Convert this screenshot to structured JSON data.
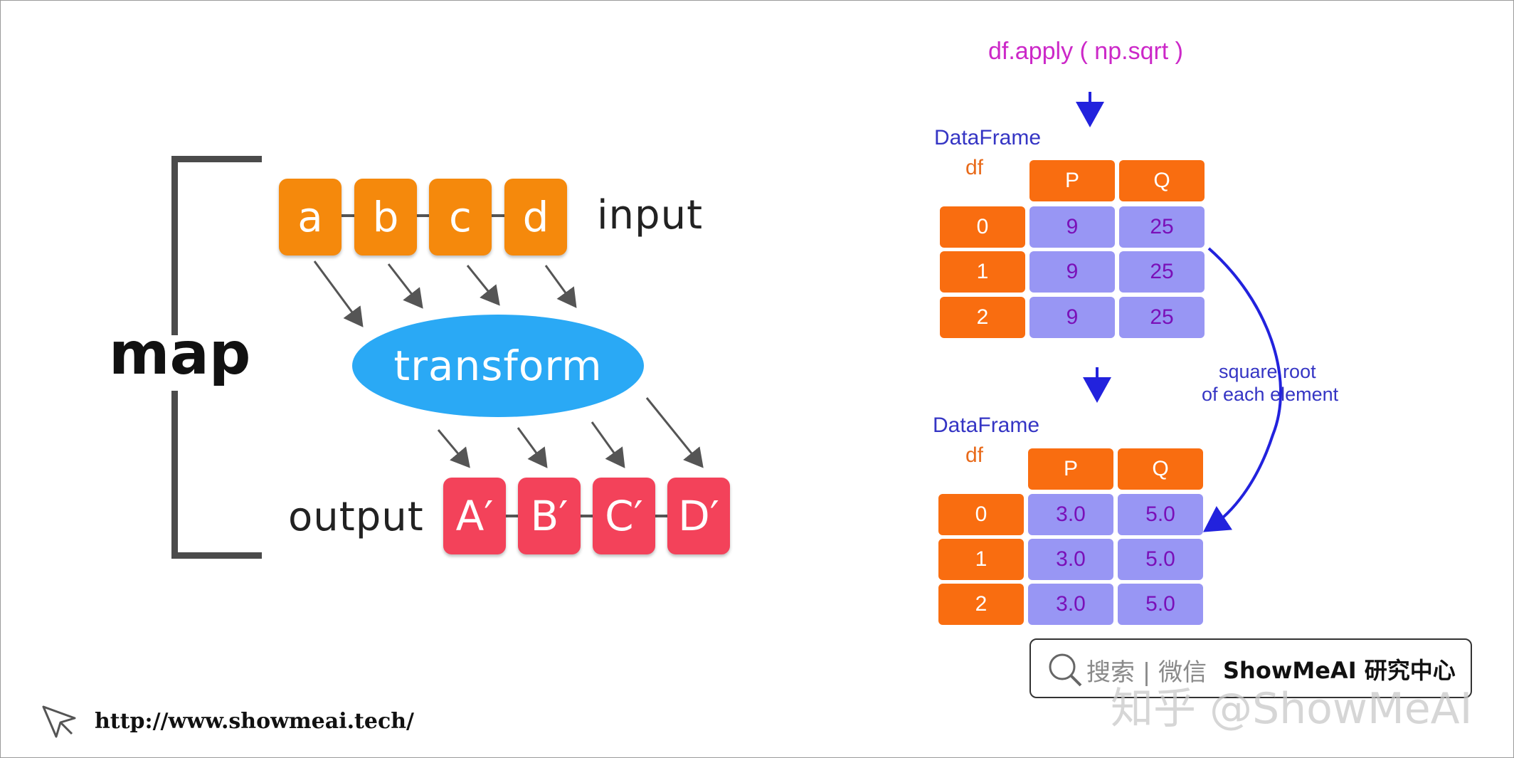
{
  "left": {
    "map_label": "map",
    "input_label": "input",
    "output_label": "output",
    "transform_label": "transform",
    "inputs": [
      "a",
      "b",
      "c",
      "d"
    ],
    "outputs": [
      "A′",
      "B′",
      "C′",
      "D′"
    ]
  },
  "right": {
    "call": "df.apply ( np.sqrt )",
    "top": {
      "title": "DataFrame",
      "name": "df",
      "columns": [
        "P",
        "Q"
      ],
      "index": [
        "0",
        "1",
        "2"
      ],
      "rows": [
        [
          "9",
          "25"
        ],
        [
          "9",
          "25"
        ],
        [
          "9",
          "25"
        ]
      ]
    },
    "annotation_line1": "square root",
    "annotation_line2": "of each element",
    "bottom": {
      "title": "DataFrame",
      "name": "df",
      "columns": [
        "P",
        "Q"
      ],
      "index": [
        "0",
        "1",
        "2"
      ],
      "rows": [
        [
          "3.0",
          "5.0"
        ],
        [
          "3.0",
          "5.0"
        ],
        [
          "3.0",
          "5.0"
        ]
      ]
    }
  },
  "search": {
    "prefix": "搜索 | 微信",
    "brand": "ShowMeAI 研究中心"
  },
  "watermark": "知乎 @ShowMeAI",
  "footer_url": "http://www.showmeai.tech/",
  "colors": {
    "input_node": "#f5890c",
    "output_node": "#f3425a",
    "transform": "#2aa9f5",
    "table_header": "#f96d10",
    "table_value": "#9896f4",
    "value_text": "#7a10b8",
    "call_text": "#cc28c8",
    "arrow_blue": "#2222dd"
  }
}
